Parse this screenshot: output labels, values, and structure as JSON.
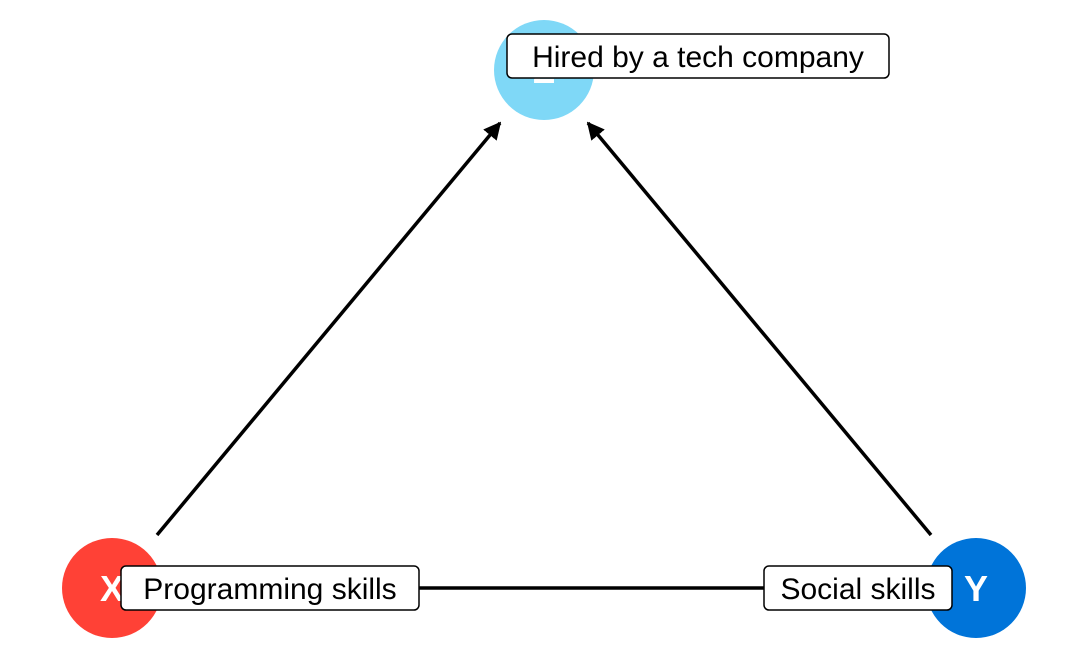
{
  "nodes": {
    "z": {
      "letter": "Z",
      "label": "Hired by a tech company",
      "color": "#7fd8f7"
    },
    "x": {
      "letter": "X",
      "label": "Programming skills",
      "color": "#ff4136"
    },
    "y": {
      "letter": "Y",
      "label": "Social skills",
      "color": "#0074d9"
    }
  },
  "edges": [
    {
      "from": "x",
      "to": "z",
      "arrow": true
    },
    {
      "from": "y",
      "to": "z",
      "arrow": true
    },
    {
      "from": "x",
      "to": "y",
      "arrow": false
    }
  ]
}
